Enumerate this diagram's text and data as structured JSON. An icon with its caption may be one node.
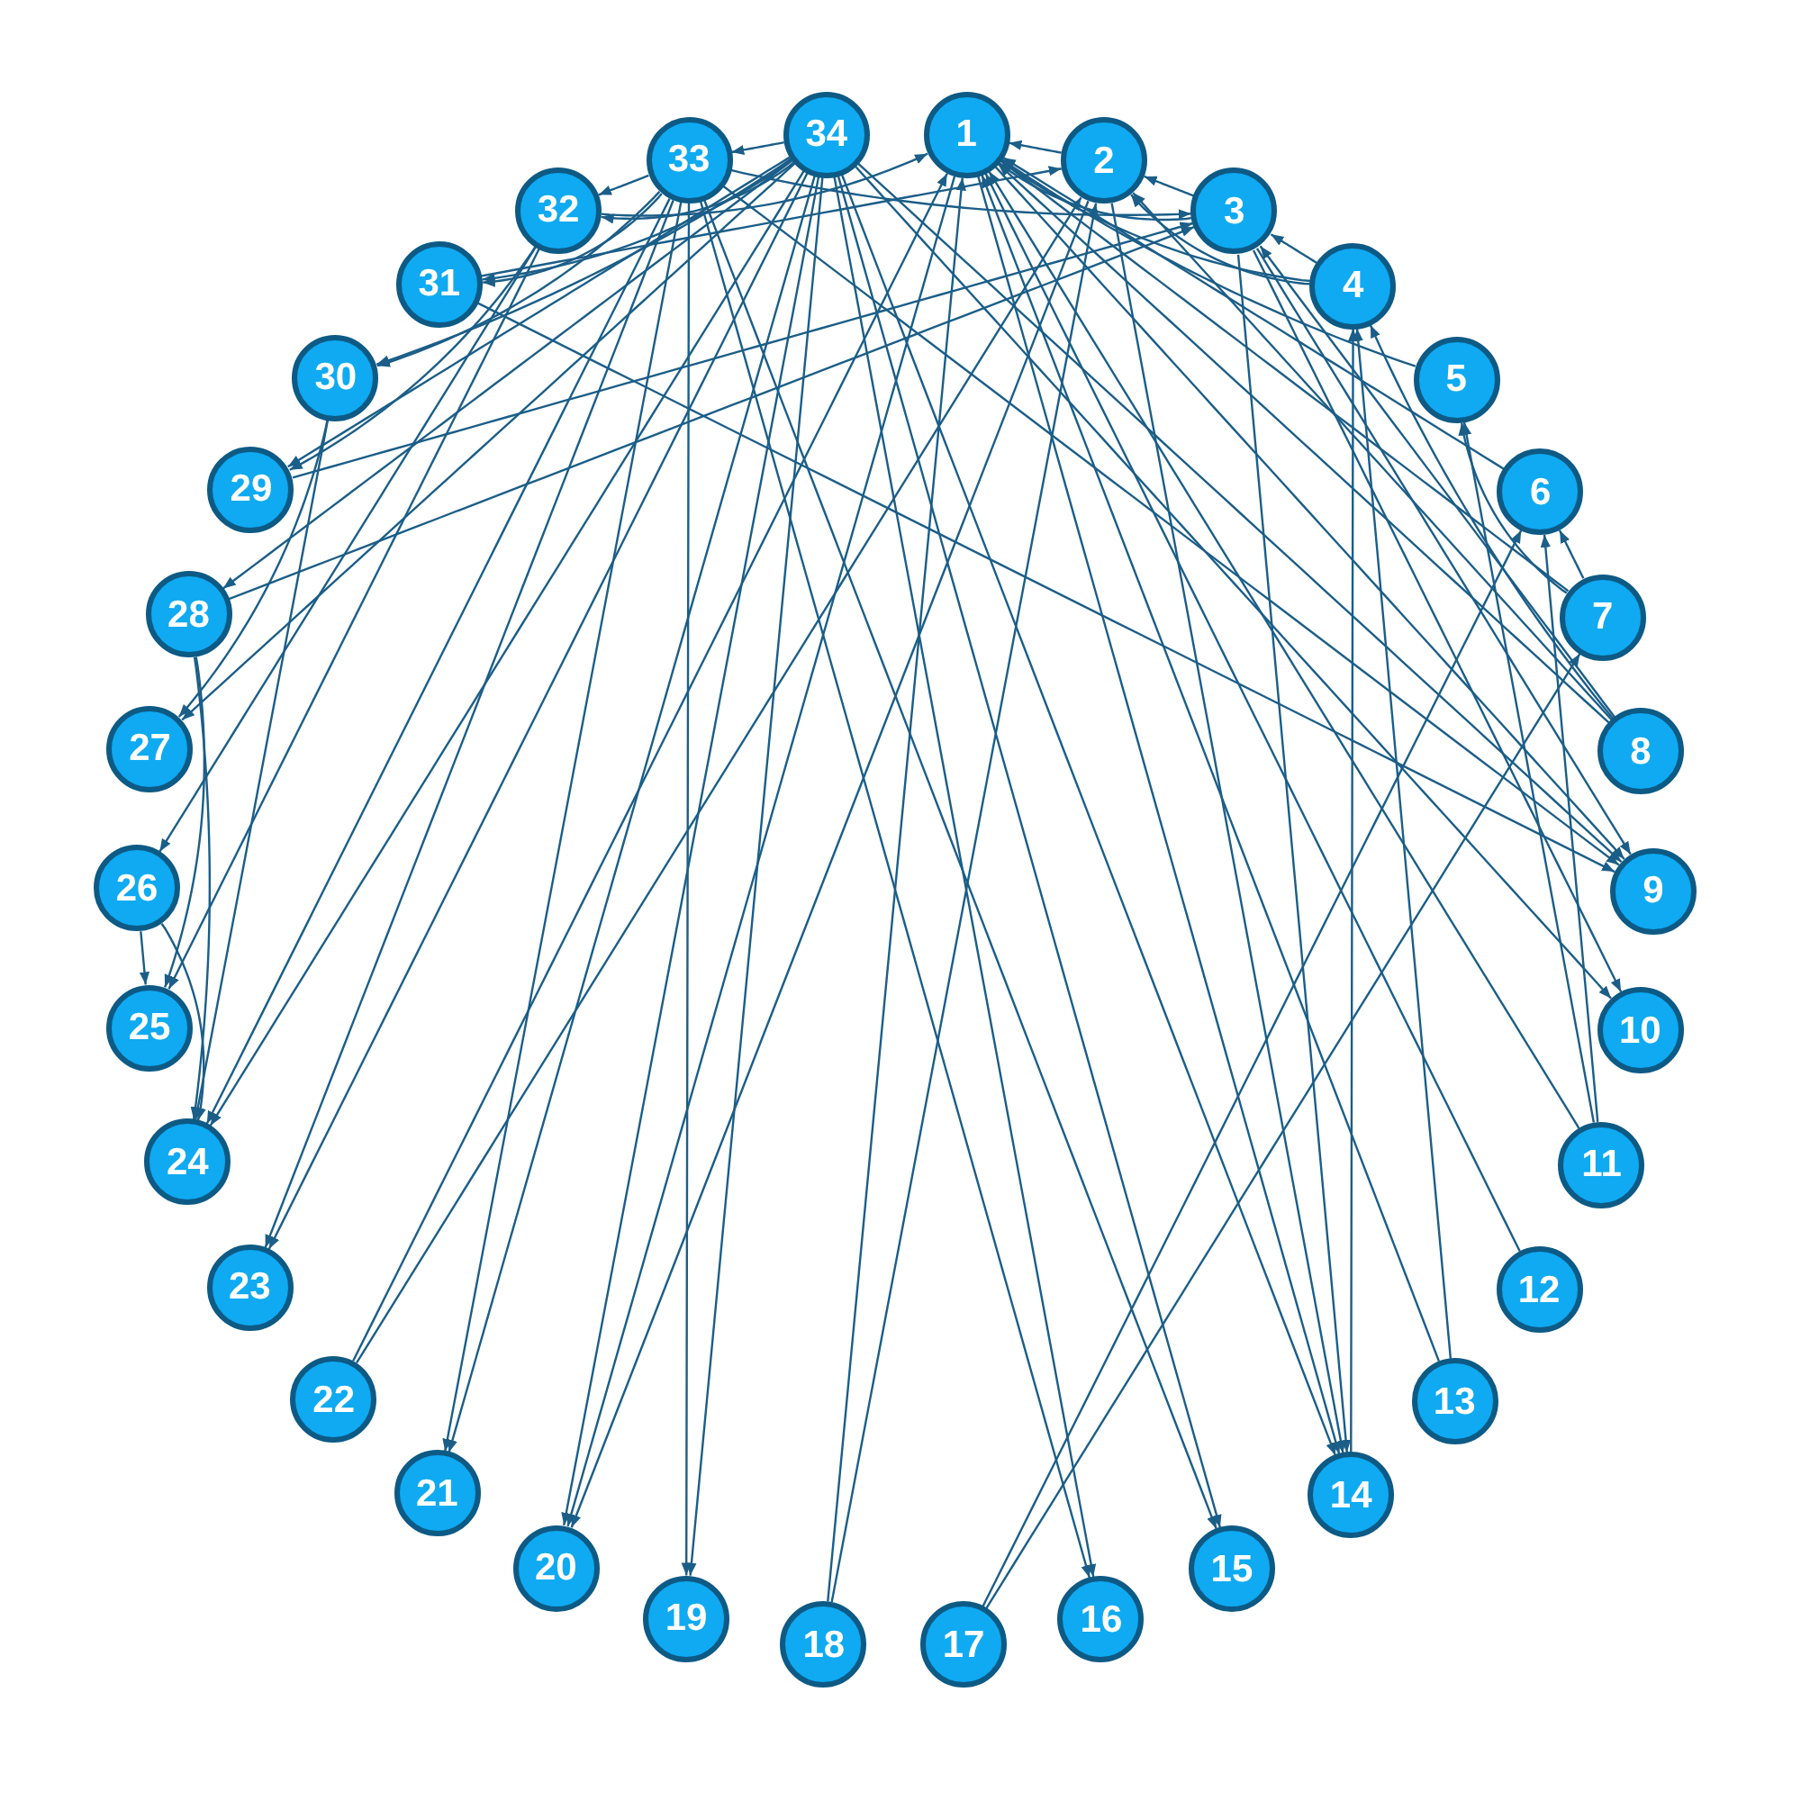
{
  "diagram": {
    "nodes": [
      {
        "text": [
          "1"
        ]
      },
      {
        "text": [
          "2"
        ]
      },
      {
        "text": [
          "3"
        ]
      },
      {
        "text": [
          "4"
        ]
      },
      {
        "text": [
          "5"
        ]
      },
      {
        "text": [
          "6"
        ]
      },
      {
        "text": [
          "7"
        ]
      },
      {
        "text": [
          "8"
        ]
      },
      {
        "text": [
          "9"
        ]
      },
      {
        "text": [
          "10"
        ]
      },
      {
        "text": [
          "11"
        ]
      },
      {
        "text": [
          "12"
        ]
      },
      {
        "text": [
          "13"
        ]
      },
      {
        "text": [
          "14"
        ]
      },
      {
        "text": [
          "15"
        ]
      },
      {
        "text": [
          "16"
        ]
      },
      {
        "text": [
          "17"
        ]
      },
      {
        "text": [
          "18"
        ]
      },
      {
        "text": [
          "19"
        ]
      },
      {
        "text": [
          "20"
        ]
      },
      {
        "text": [
          "21"
        ]
      },
      {
        "text": [
          "22"
        ]
      },
      {
        "text": [
          "23"
        ]
      },
      {
        "text": [
          "24"
        ]
      },
      {
        "text": [
          "25"
        ]
      },
      {
        "text": [
          "26"
        ]
      },
      {
        "text": [
          "27"
        ]
      },
      {
        "text": [
          "28"
        ]
      },
      {
        "text": [
          "29"
        ]
      },
      {
        "text": [
          "30"
        ]
      },
      {
        "text": [
          "31"
        ]
      },
      {
        "text": [
          "32"
        ]
      },
      {
        "text": [
          "33"
        ]
      },
      {
        "text": [
          "34"
        ]
      }
    ],
    "edges": [
      {
        "from": 1,
        "to": 0,
        "arrow": "to"
      },
      {
        "from": 2,
        "to": 0,
        "arrow": "to"
      },
      {
        "from": 3,
        "to": 0,
        "arrow": "to"
      },
      {
        "from": 4,
        "to": 0,
        "arrow": "to"
      },
      {
        "from": 5,
        "to": 0,
        "arrow": "to"
      },
      {
        "from": 6,
        "to": 0,
        "arrow": "to"
      },
      {
        "from": 7,
        "to": 0,
        "arrow": "to"
      },
      {
        "from": 0,
        "to": 8,
        "arrow": "to"
      },
      {
        "from": 10,
        "to": 0,
        "arrow": "to"
      },
      {
        "from": 11,
        "to": 0,
        "arrow": "to"
      },
      {
        "from": 12,
        "to": 0,
        "arrow": "to"
      },
      {
        "from": 0,
        "to": 13,
        "arrow": "to"
      },
      {
        "from": 17,
        "to": 0,
        "arrow": "to"
      },
      {
        "from": 0,
        "to": 19,
        "arrow": "to"
      },
      {
        "from": 21,
        "to": 0,
        "arrow": "to"
      },
      {
        "from": 31,
        "to": 0,
        "arrow": "to"
      },
      {
        "from": 2,
        "to": 1,
        "arrow": "to"
      },
      {
        "from": 3,
        "to": 1,
        "arrow": "to"
      },
      {
        "from": 7,
        "to": 1,
        "arrow": "to"
      },
      {
        "from": 1,
        "to": 13,
        "arrow": "to"
      },
      {
        "from": 17,
        "to": 1,
        "arrow": "to"
      },
      {
        "from": 1,
        "to": 19,
        "arrow": "to"
      },
      {
        "from": 21,
        "to": 1,
        "arrow": "to"
      },
      {
        "from": 30,
        "to": 1,
        "arrow": "to"
      },
      {
        "from": 3,
        "to": 2,
        "arrow": "to"
      },
      {
        "from": 7,
        "to": 2,
        "arrow": "to"
      },
      {
        "from": 2,
        "to": 8,
        "arrow": "to"
      },
      {
        "from": 2,
        "to": 9,
        "arrow": "to"
      },
      {
        "from": 2,
        "to": 13,
        "arrow": "to"
      },
      {
        "from": 27,
        "to": 2,
        "arrow": "to"
      },
      {
        "from": 28,
        "to": 2,
        "arrow": "to"
      },
      {
        "from": 32,
        "to": 2,
        "arrow": "to"
      },
      {
        "from": 7,
        "to": 3,
        "arrow": "to"
      },
      {
        "from": 12,
        "to": 3,
        "arrow": "to"
      },
      {
        "from": 13,
        "to": 3,
        "arrow": "to"
      },
      {
        "from": 6,
        "to": 4,
        "arrow": "to"
      },
      {
        "from": 10,
        "to": 4,
        "arrow": "to"
      },
      {
        "from": 6,
        "to": 5,
        "arrow": "to"
      },
      {
        "from": 10,
        "to": 5,
        "arrow": "to"
      },
      {
        "from": 16,
        "to": 5,
        "arrow": "to"
      },
      {
        "from": 16,
        "to": 6,
        "arrow": "to"
      },
      {
        "from": 30,
        "to": 8,
        "arrow": "to"
      },
      {
        "from": 32,
        "to": 8,
        "arrow": "to"
      },
      {
        "from": 33,
        "to": 8,
        "arrow": "to"
      },
      {
        "from": 33,
        "to": 9,
        "arrow": "to"
      },
      {
        "from": 33,
        "to": 13,
        "arrow": "to"
      },
      {
        "from": 32,
        "to": 14,
        "arrow": "to"
      },
      {
        "from": 33,
        "to": 14,
        "arrow": "to"
      },
      {
        "from": 32,
        "to": 15,
        "arrow": "to"
      },
      {
        "from": 33,
        "to": 15,
        "arrow": "to"
      },
      {
        "from": 32,
        "to": 18,
        "arrow": "to"
      },
      {
        "from": 33,
        "to": 18,
        "arrow": "to"
      },
      {
        "from": 33,
        "to": 19,
        "arrow": "to"
      },
      {
        "from": 32,
        "to": 20,
        "arrow": "to"
      },
      {
        "from": 33,
        "to": 20,
        "arrow": "to"
      },
      {
        "from": 32,
        "to": 22,
        "arrow": "to"
      },
      {
        "from": 33,
        "to": 22,
        "arrow": "to"
      },
      {
        "from": 25,
        "to": 23,
        "arrow": "to"
      },
      {
        "from": 27,
        "to": 23,
        "arrow": "to"
      },
      {
        "from": 29,
        "to": 23,
        "arrow": "to"
      },
      {
        "from": 32,
        "to": 23,
        "arrow": "to"
      },
      {
        "from": 33,
        "to": 23,
        "arrow": "to"
      },
      {
        "from": 25,
        "to": 24,
        "arrow": "to"
      },
      {
        "from": 27,
        "to": 24,
        "arrow": "to"
      },
      {
        "from": 31,
        "to": 24,
        "arrow": "to"
      },
      {
        "from": 31,
        "to": 25,
        "arrow": "to"
      },
      {
        "from": 29,
        "to": 26,
        "arrow": "to"
      },
      {
        "from": 33,
        "to": 26,
        "arrow": "to"
      },
      {
        "from": 33,
        "to": 27,
        "arrow": "to"
      },
      {
        "from": 31,
        "to": 28,
        "arrow": "to"
      },
      {
        "from": 33,
        "to": 28,
        "arrow": "to"
      },
      {
        "from": 32,
        "to": 29,
        "arrow": "to"
      },
      {
        "from": 33,
        "to": 29,
        "arrow": "to"
      },
      {
        "from": 32,
        "to": 30,
        "arrow": "to"
      },
      {
        "from": 33,
        "to": 30,
        "arrow": "to"
      },
      {
        "from": 32,
        "to": 31,
        "arrow": "to"
      },
      {
        "from": 33,
        "to": 31,
        "arrow": "to"
      },
      {
        "from": 33,
        "to": 32,
        "arrow": "to"
      }
    ]
  }
}
